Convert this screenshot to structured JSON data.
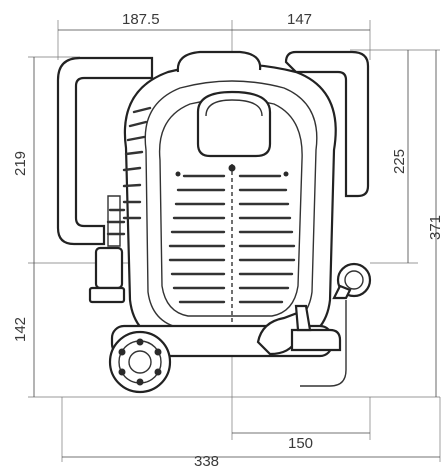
{
  "dimensions": {
    "top_left_width": "187.5",
    "top_right_width": "147",
    "left_upper_height": "219",
    "left_lower_height": "142",
    "right_upper_height": "225",
    "right_total_height": "371",
    "bottom_total_width": "338",
    "bottom_partial_width": "150"
  }
}
